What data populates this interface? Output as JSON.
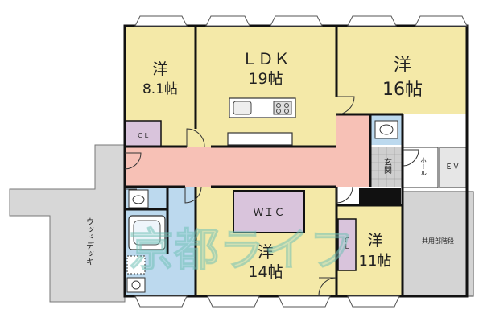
{
  "rooms": {
    "west_bedroom": {
      "kanji": "洋",
      "size": "8.1帖"
    },
    "ldk": {
      "name": "ＬＤＫ",
      "size": "19帖"
    },
    "east_bedroom": {
      "kanji": "洋",
      "size": "16帖"
    },
    "south_bedroom": {
      "kanji": "洋",
      "size": "14帖"
    },
    "small_bedroom": {
      "kanji": "洋",
      "size": "11帖"
    },
    "wic": "ＷＩＣ",
    "closet_west": "ＣＬ",
    "closet_east": "ＣＬ",
    "entrance": "玄関",
    "hall": "ホール",
    "elevator": "ＥＶ",
    "common_stairs": "共用部階段",
    "wood_deck": "ウッドデッキ"
  },
  "watermark": "京都ライフ",
  "colors": {
    "room": "#f4e9a8",
    "corridor": "#f7c1b6",
    "wet_area": "#bcd9ee",
    "wic": "#d9c4dc",
    "deck_gray": "#d7d7d7",
    "common": "#d4d4d4",
    "wall": "#111111"
  }
}
